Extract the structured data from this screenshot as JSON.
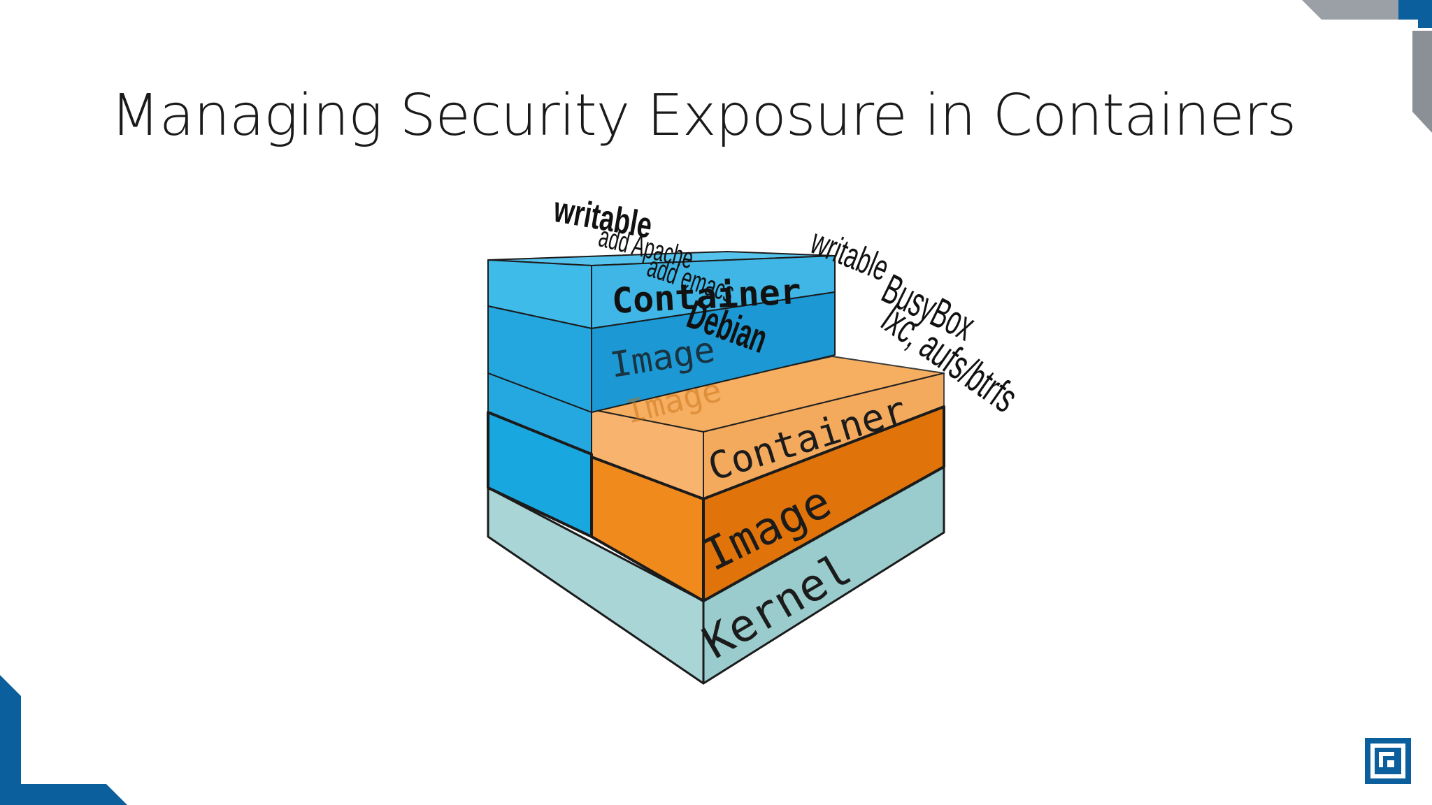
{
  "slide": {
    "title": "Managing Security Exposure in Containers"
  },
  "diagram": {
    "left_stack": {
      "writable": "writable",
      "container": "Container",
      "add_apache": "add Apache",
      "image": "Image",
      "add_emacs": "add emacs",
      "debian": "Debian"
    },
    "right_stack": {
      "writable": "writable",
      "container": "Container",
      "busybox": "BusyBox",
      "image": "Image",
      "faint_image": "Image"
    },
    "base": {
      "lxc": "lxc, aufs/btrfs",
      "kernel": "Kernel"
    }
  },
  "colors": {
    "blue_light": "#39b8e6",
    "blue": "#1f9ed8",
    "blue_dark": "#0e88c4",
    "orange": "#f08a1c",
    "orange_dark": "#e0740a",
    "teal": "#9fcfd0",
    "brand": "#0a5f9c"
  },
  "icons": {
    "logo": "app-logo-icon"
  }
}
